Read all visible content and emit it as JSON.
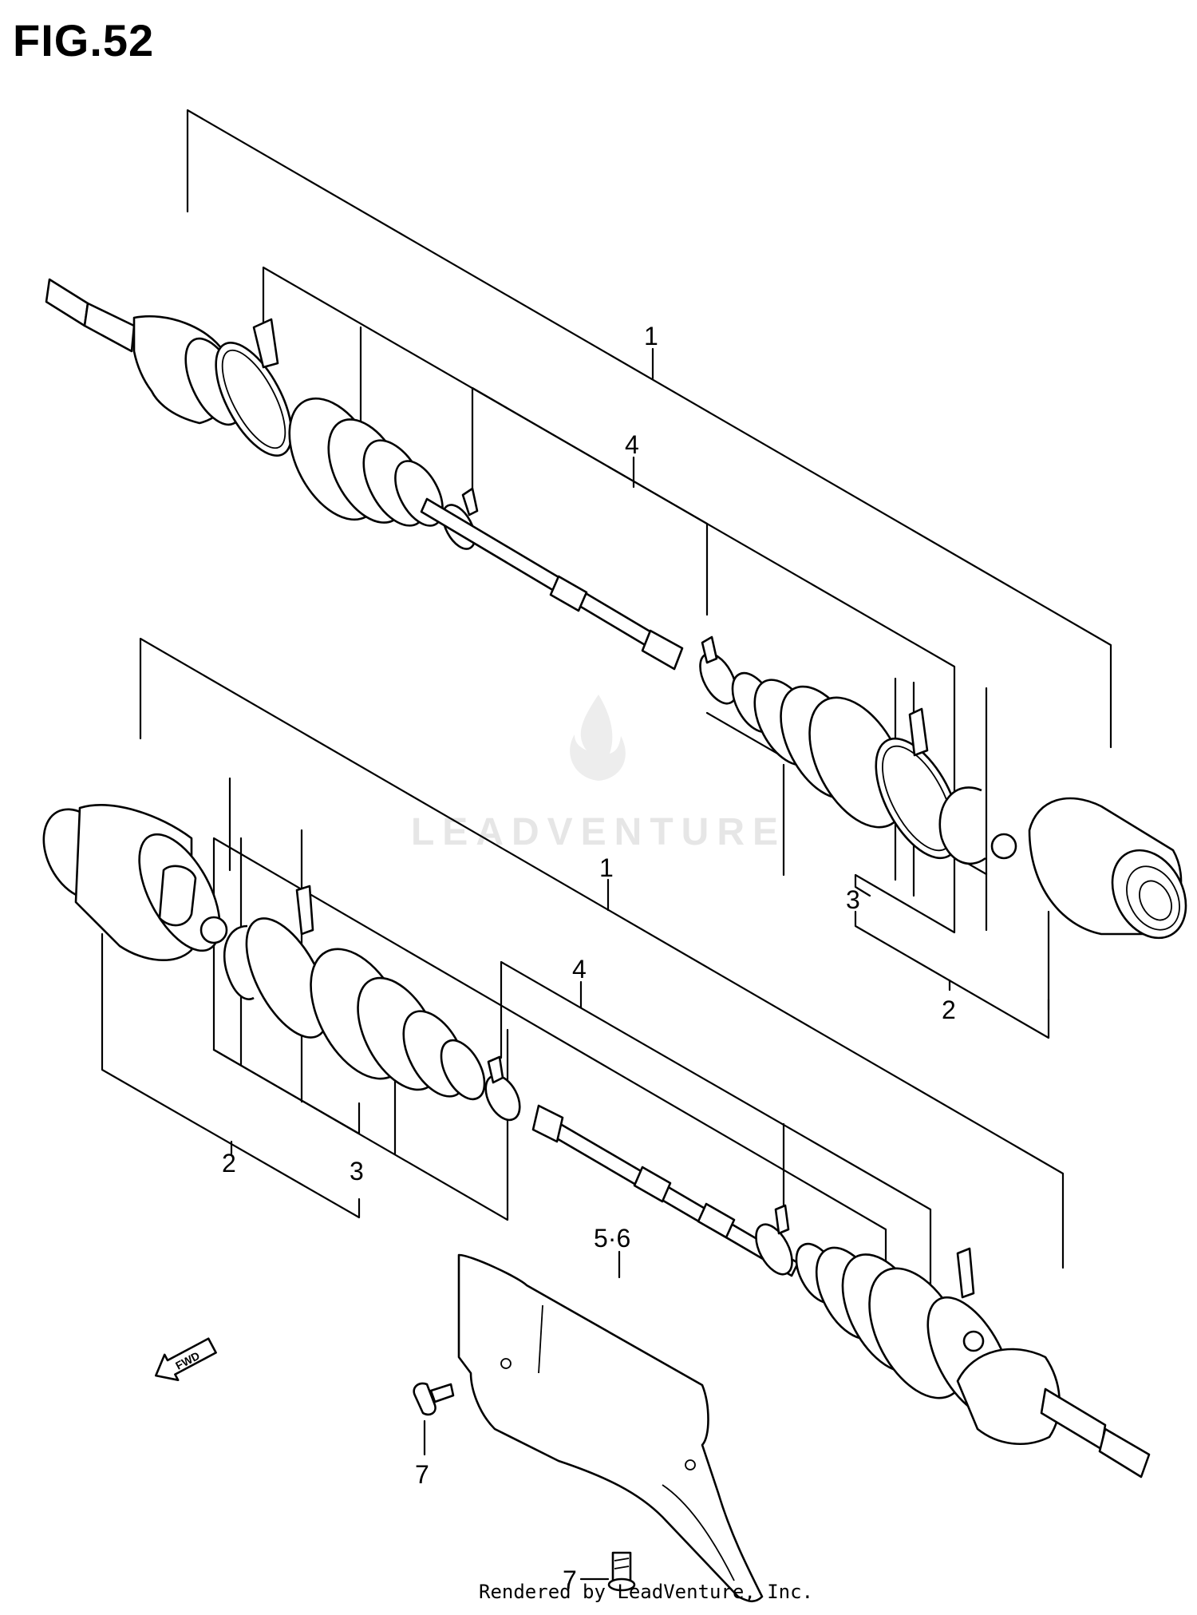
{
  "figure": {
    "title": "FIG.52"
  },
  "callouts": {
    "upper_1": "1",
    "upper_4": "4",
    "upper_3": "3",
    "upper_2": "2",
    "lower_1": "1",
    "lower_4": "4",
    "lower_3": "3",
    "lower_2": "2",
    "cover": "5·6",
    "bolt_a": "7",
    "bolt_b": "7"
  },
  "fwd_arrow": {
    "label": "FWD"
  },
  "watermark": {
    "text": "LEADVENTURE"
  },
  "footer": {
    "credit": "Rendered by LeadVenture, Inc."
  }
}
